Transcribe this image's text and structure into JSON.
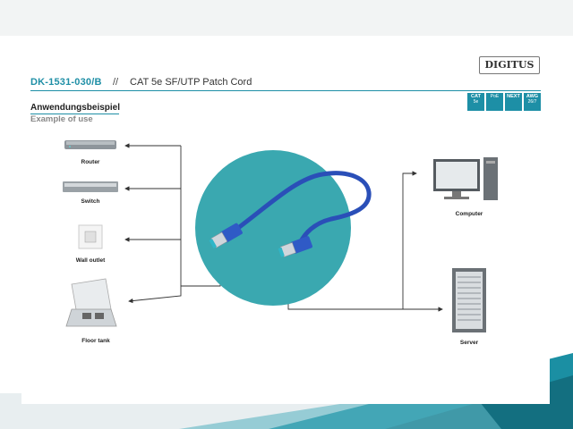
{
  "header": {
    "product_code": "DK-1531-030/B",
    "separator": "//",
    "product_title": "CAT 5e SF/UTP Patch Cord",
    "brand": "DIGITUS"
  },
  "badges": [
    {
      "top": "CAT",
      "bottom": "5e"
    },
    {
      "top": "",
      "bottom": "PoE"
    },
    {
      "top": "NEXT",
      "bottom": ""
    },
    {
      "top": "AWG",
      "bottom": "26/7"
    }
  ],
  "section": {
    "heading": "Anwendungsbeispiel",
    "subheading": "Example of use"
  },
  "devices_left": [
    {
      "label": "Router",
      "icon": "router-icon"
    },
    {
      "label": "Switch",
      "icon": "switch-icon"
    },
    {
      "label": "Wall outlet",
      "icon": "wall-outlet-icon"
    },
    {
      "label": "Floor tank",
      "icon": "floor-tank-icon"
    }
  ],
  "devices_right": [
    {
      "label": "Computer",
      "icon": "computer-icon"
    },
    {
      "label": "Server",
      "icon": "server-icon"
    }
  ],
  "colors": {
    "accent": "#1d8fa6",
    "circle": "#3aa8b0",
    "cable": "#2a4fb8",
    "background_teal": "#1b8fa3"
  }
}
